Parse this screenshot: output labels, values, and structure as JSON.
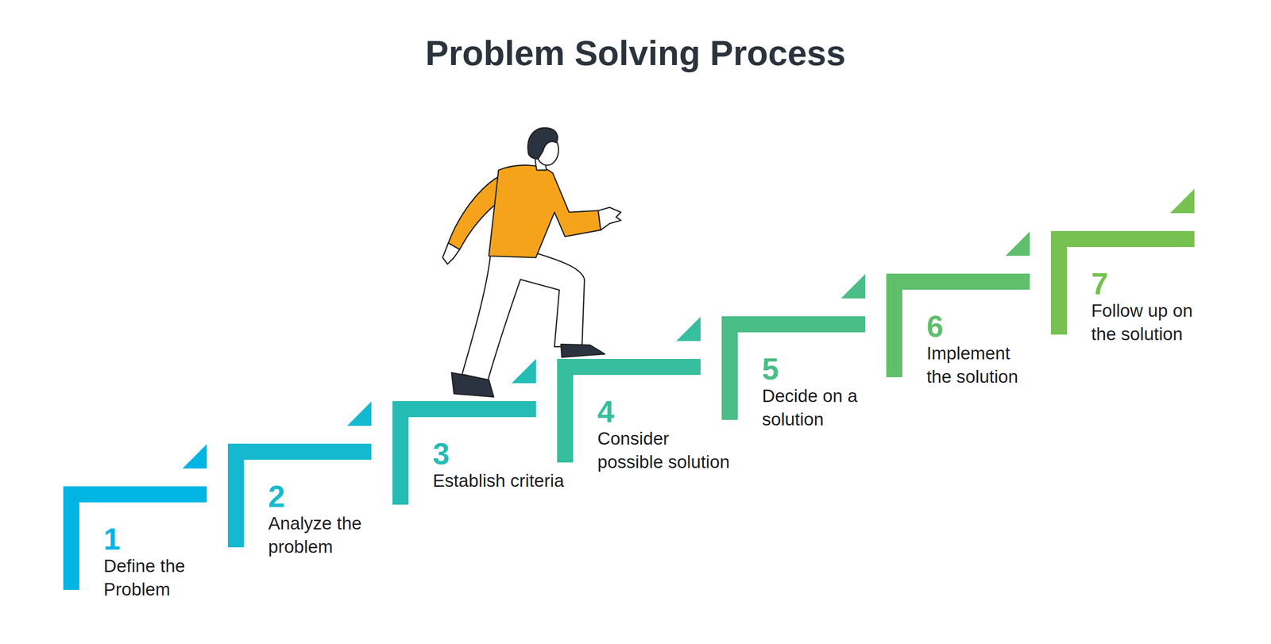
{
  "diagram": {
    "title": "Problem Solving Process",
    "nodes": [
      {
        "text": [
          "1",
          "Define the Problem"
        ]
      },
      {
        "text": [
          "2",
          "Analyze the problem"
        ]
      },
      {
        "text": [
          "3",
          "Establish criteria"
        ]
      },
      {
        "text": [
          "4",
          "Consider possible solution"
        ]
      },
      {
        "text": [
          "5",
          "Decide on a solution"
        ]
      },
      {
        "text": [
          "6",
          "Implement the solution"
        ]
      },
      {
        "text": [
          "7",
          "Follow up on the solution"
        ]
      }
    ]
  }
}
